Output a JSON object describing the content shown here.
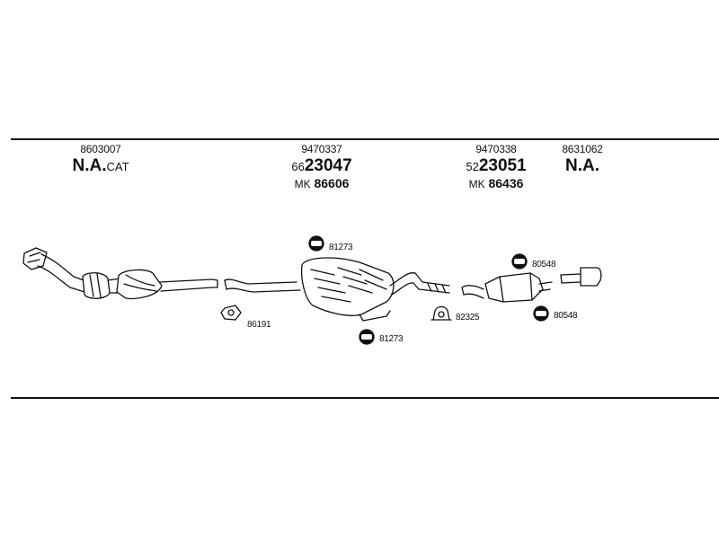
{
  "headers": [
    {
      "part_number": "8603007",
      "main_prefix": "N.A.",
      "main_suffix": "CAT",
      "mk_prefix": "",
      "mk_value": ""
    },
    {
      "part_number": "9470337",
      "main_prefix": "66",
      "main_suffix": "23047",
      "mk_prefix": "MK",
      "mk_value": "86606"
    },
    {
      "part_number": "9470338",
      "main_prefix": "52",
      "main_suffix": "23051",
      "mk_prefix": "MK",
      "mk_value": "86436"
    },
    {
      "part_number": "8631062",
      "main_prefix": "N.A.",
      "main_suffix": "",
      "mk_prefix": "",
      "mk_value": ""
    }
  ],
  "callouts": {
    "gasket": "86191",
    "hanger_front_top": "81273",
    "hanger_front_bottom": "81273",
    "clamp": "82325",
    "hanger_rear_top": "80548",
    "hanger_rear_bottom": "80548"
  }
}
